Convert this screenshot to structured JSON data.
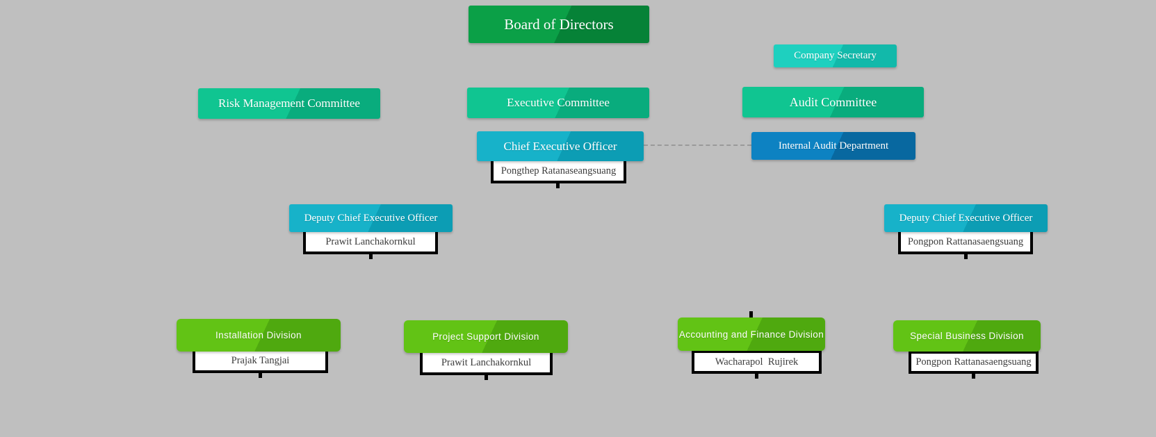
{
  "org": {
    "board": {
      "label": "Board of Directors"
    },
    "company_secretary": {
      "label": "Company Secretary"
    },
    "risk_committee": {
      "label": "Risk Management Committee"
    },
    "executive_committee": {
      "label": "Executive Committee"
    },
    "audit_committee": {
      "label": "Audit Committee"
    },
    "ceo": {
      "title": "Chief Executive Officer",
      "name": "Pongthep Ratanaseangsuang"
    },
    "internal_audit": {
      "label": "Internal Audit Department"
    },
    "deputy_left": {
      "title": "Deputy Chief Executive Officer",
      "name": "Prawit Lanchakornkul"
    },
    "deputy_right": {
      "title": "Deputy Chief Executive Officer",
      "name": "Pongpon Rattanasaengsuang"
    },
    "divisions": [
      {
        "title": "Installation Division",
        "name": "Prajak Tangjai"
      },
      {
        "title": "Project Support Division",
        "name": "Prawit Lanchakornkul"
      },
      {
        "title": "Accounting and Finance Division",
        "name": "Wacharapol  Rujirek"
      },
      {
        "title": "Special Business Division",
        "name": "Pongpon Rattanasaengsuang"
      }
    ]
  },
  "colors": {
    "background": "#bfbfbf",
    "board_green": "#088a3c",
    "secretary_turquoise": "#18c6b5",
    "committee_emerald": "#0cba87",
    "executive_cyan": "#12a8c0",
    "internal_audit_blue": "#0b77b3",
    "division_green": "#59b813",
    "plate_border": "#000000",
    "plate_background": "#ffffff",
    "dashed_connector": "#9a9a9a",
    "title_text": "#ffffff",
    "name_text": "#3c3c3c"
  }
}
